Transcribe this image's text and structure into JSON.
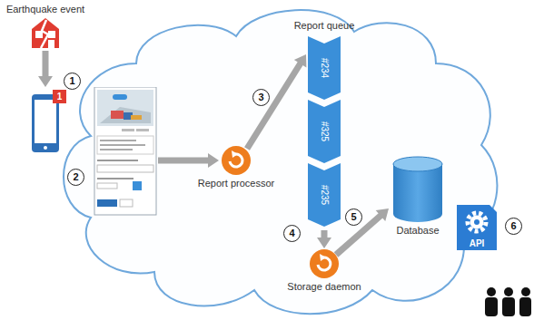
{
  "diagram": {
    "nodes": [
      {
        "text": [
          "Earthquake event"
        ]
      },
      {
        "text": [
          "1"
        ]
      },
      {
        "text": [
          "Report processor"
        ]
      },
      {
        "text": [
          "Report queue",
          "#234",
          "#325",
          "#235"
        ]
      },
      {
        "text": [
          "Storage daemon"
        ]
      },
      {
        "text": [
          "Database"
        ]
      },
      {
        "text": [
          "API"
        ]
      }
    ],
    "edges": [
      {
        "from": 0,
        "to": 1,
        "arrow": "to"
      },
      {
        "from": 1,
        "to": 2,
        "arrow": "to"
      },
      {
        "from": 2,
        "to": 3,
        "arrow": "to"
      },
      {
        "from": 3,
        "to": 4,
        "arrow": "to"
      },
      {
        "from": 4,
        "to": 5,
        "arrow": "to"
      }
    ],
    "labels": [
      "1",
      "2",
      "3",
      "4",
      "5",
      "6"
    ]
  }
}
